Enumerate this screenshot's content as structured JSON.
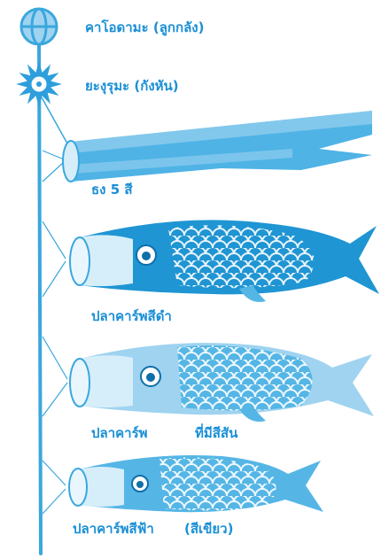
{
  "labels": {
    "ball": "คาโอดามะ (ลูกกลัง)",
    "wheel": "ยะงุรุมะ (กังหัน)",
    "streamer": "ธง 5 สี",
    "black_carp": "ปลาคาร์พสีดำ",
    "colored_carp_a": "ปลาคาร์พ",
    "colored_carp_b": "ที่มีสีสัน",
    "blue_carp": "ปลาคาร์พสีฟ้า",
    "blue_carp_note": "(สีเขียว)"
  },
  "colors": {
    "text": "#1a8fd6",
    "pole": "#3aa7dd",
    "streamer": "#4fb3e6",
    "carp_dark": "#1f95d3",
    "carp_mid": "#55b6e6",
    "carp_light": "#9fd3f0",
    "carp_pale": "#d6eefa",
    "wheel": "#2e9fdc"
  }
}
